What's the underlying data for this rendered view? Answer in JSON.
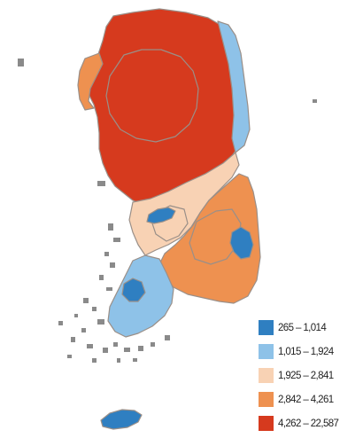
{
  "map": {
    "region_classes": [
      {
        "region": "north-capital-area",
        "class_index": 4
      },
      {
        "region": "capital-core-outline",
        "class_index": 4
      },
      {
        "region": "east-coastal-strip",
        "class_index": 1
      },
      {
        "region": "northwest-peninsula",
        "class_index": 3
      },
      {
        "region": "central-band",
        "class_index": 2
      },
      {
        "region": "central-lake",
        "class_index": 0
      },
      {
        "region": "southeast-area",
        "class_index": 3
      },
      {
        "region": "southeast-city",
        "class_index": 0
      },
      {
        "region": "southwest-area",
        "class_index": 1
      },
      {
        "region": "southwest-city",
        "class_index": 0
      },
      {
        "region": "southern-island",
        "class_index": 0
      }
    ],
    "border_color": "#9a8f88",
    "island_color": "#8a8a8a"
  },
  "legend": {
    "items": [
      {
        "label": "265 – 1,014",
        "color": "#2f7fc1"
      },
      {
        "label": "1,015 – 1,924",
        "color": "#8ec2e8"
      },
      {
        "label": "1,925 – 2,841",
        "color": "#f8d2b4"
      },
      {
        "label": "2,842 – 4,261",
        "color": "#ee9150"
      },
      {
        "label": "4,262 – 22,587",
        "color": "#d63a1e"
      }
    ]
  }
}
